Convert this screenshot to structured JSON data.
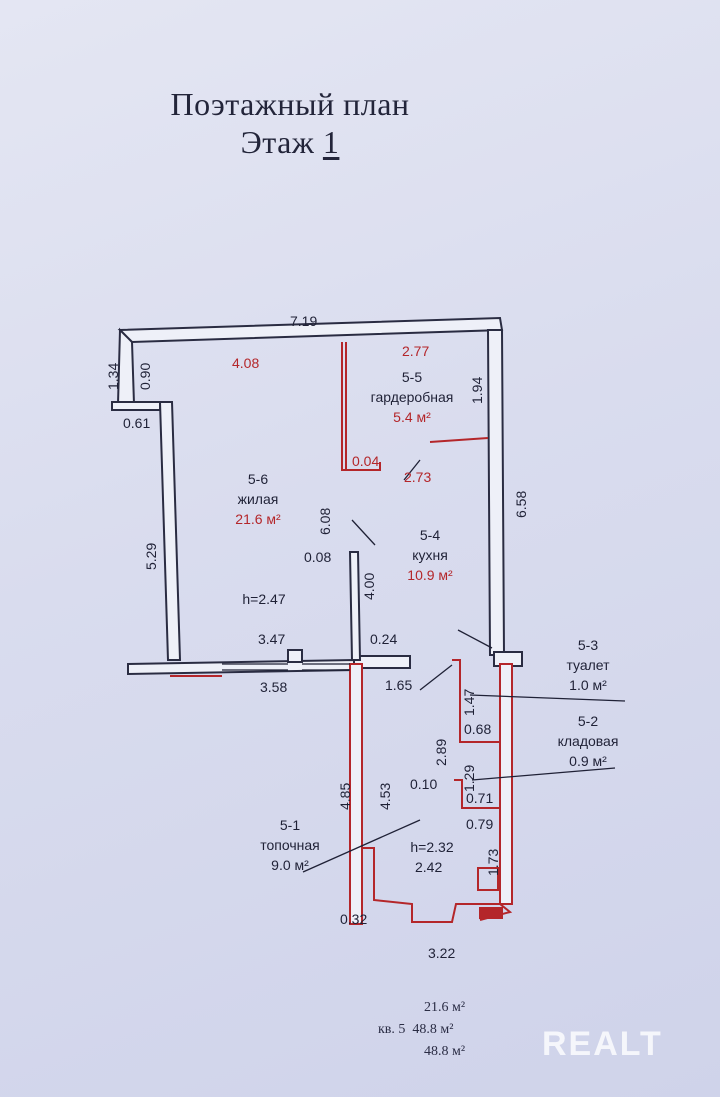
{
  "title": {
    "line1": "Поэтажный план",
    "line2_prefix": "Этаж ",
    "floor_number": "1"
  },
  "dimensions": {
    "top_width": "7.19",
    "left_top_1": "1.34",
    "left_top_2": "0.90",
    "left_jog": "0.61",
    "room6_top": "4.08",
    "room5_top": "2.77",
    "room5_right": "1.94",
    "room5_partition": "0.04",
    "room5_bottom": "2.73",
    "partition_height": "6.08",
    "right_height": "6.58",
    "left_height": "5.29",
    "partition_gap": "0.08",
    "kitchen_partition": "4.00",
    "bottom_inner": "3.47",
    "bottom_outer": "3.58",
    "small_gap": "0.24",
    "door_145": "1.65",
    "toilet_height": "1.47",
    "toilet_width": "0.68",
    "storage_top": "2.89",
    "storage_height": "1.29",
    "storage_offset": "0.10",
    "storage_width": "0.71",
    "storage_bottom": "0.79",
    "boiler_left_1": "4.85",
    "boiler_left_2": "4.53",
    "boiler_height_right": "1.73",
    "boiler_width": "2.42",
    "boiler_bottom_left": "0.32",
    "boiler_bottom": "3.22"
  },
  "rooms": {
    "r55": {
      "id": "5-5",
      "name": "гардеробная",
      "area": "5.4 м²"
    },
    "r56": {
      "id": "5-6",
      "name": "жилая",
      "area": "21.6 м²",
      "height": "h=2.47"
    },
    "r54": {
      "id": "5-4",
      "name": "кухня",
      "area": "10.9 м²"
    },
    "r53": {
      "id": "5-3",
      "name": "туалет",
      "area": "1.0 м²"
    },
    "r52": {
      "id": "5-2",
      "name": "кладовая",
      "area": "0.9 м²"
    },
    "r51": {
      "id": "5-1",
      "name": "топочная",
      "area": "9.0 м²",
      "height": "h=2.32"
    }
  },
  "summary": {
    "living": "21.6 м²",
    "apt_prefix": "кв. 5",
    "total": "48.8 м²",
    "total2": "48.8 м²"
  },
  "watermark": "REALT",
  "colors": {
    "wall": "#2a2c42",
    "redline": "#b4262a",
    "fill": "#eef0f8"
  }
}
